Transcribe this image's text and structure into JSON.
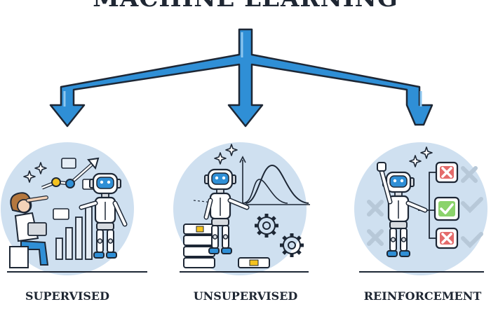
{
  "title": "MACHINE LEARNING",
  "categories": [
    {
      "label": "SUPERVISED"
    },
    {
      "label": "UNSUPERVISED"
    },
    {
      "label": "REINFORCEMENT"
    }
  ],
  "colors": {
    "arrow": "#2f8fd6",
    "arrow_outline": "#1d2735",
    "circle": "#cfe0f0",
    "accent_yellow": "#f4c21f",
    "accent_red": "#e46b6b",
    "accent_green": "#8bd36b"
  },
  "icons": [
    "sparkle-icon",
    "robot-icon",
    "server-stack-icon",
    "gear-icon",
    "check-icon",
    "cross-icon"
  ]
}
